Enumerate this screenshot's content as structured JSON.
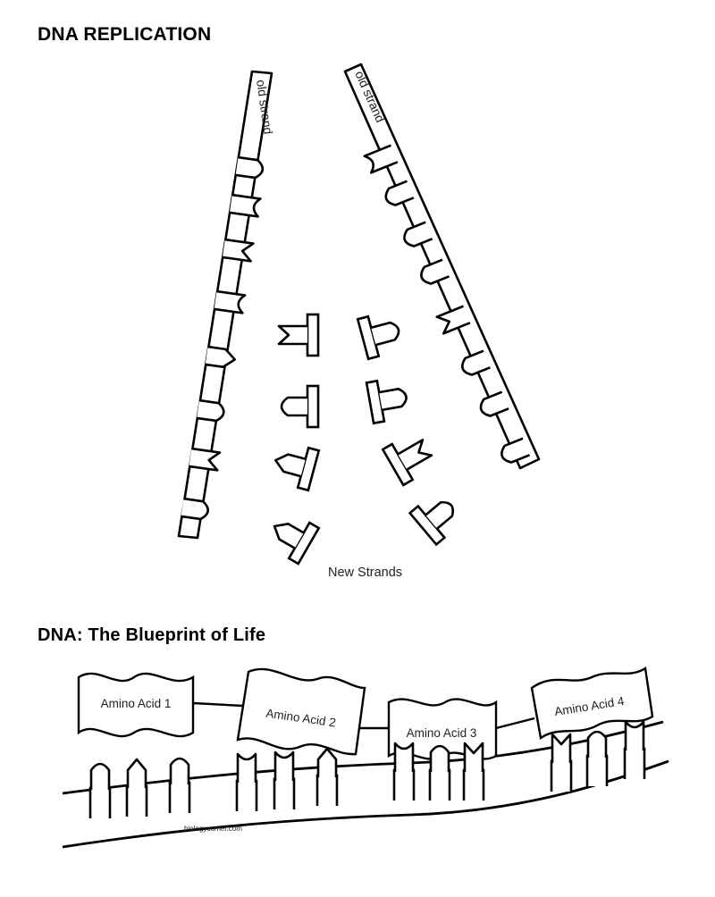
{
  "replication": {
    "title": "DNA REPLICATION",
    "old_strand_left": "old strand",
    "old_strand_right": "old strand",
    "new_strands_label": "New Strands"
  },
  "blueprint": {
    "title": "DNA: The Blueprint of Life",
    "amino_acids": [
      "Amino Acid 1",
      "Amino Acid 2",
      "Amino Acid 3",
      "Amino Acid 4"
    ],
    "credit": "biologycorner.com"
  },
  "colors": {
    "ink": "#000000",
    "paper": "#ffffff",
    "text": "#222222"
  }
}
